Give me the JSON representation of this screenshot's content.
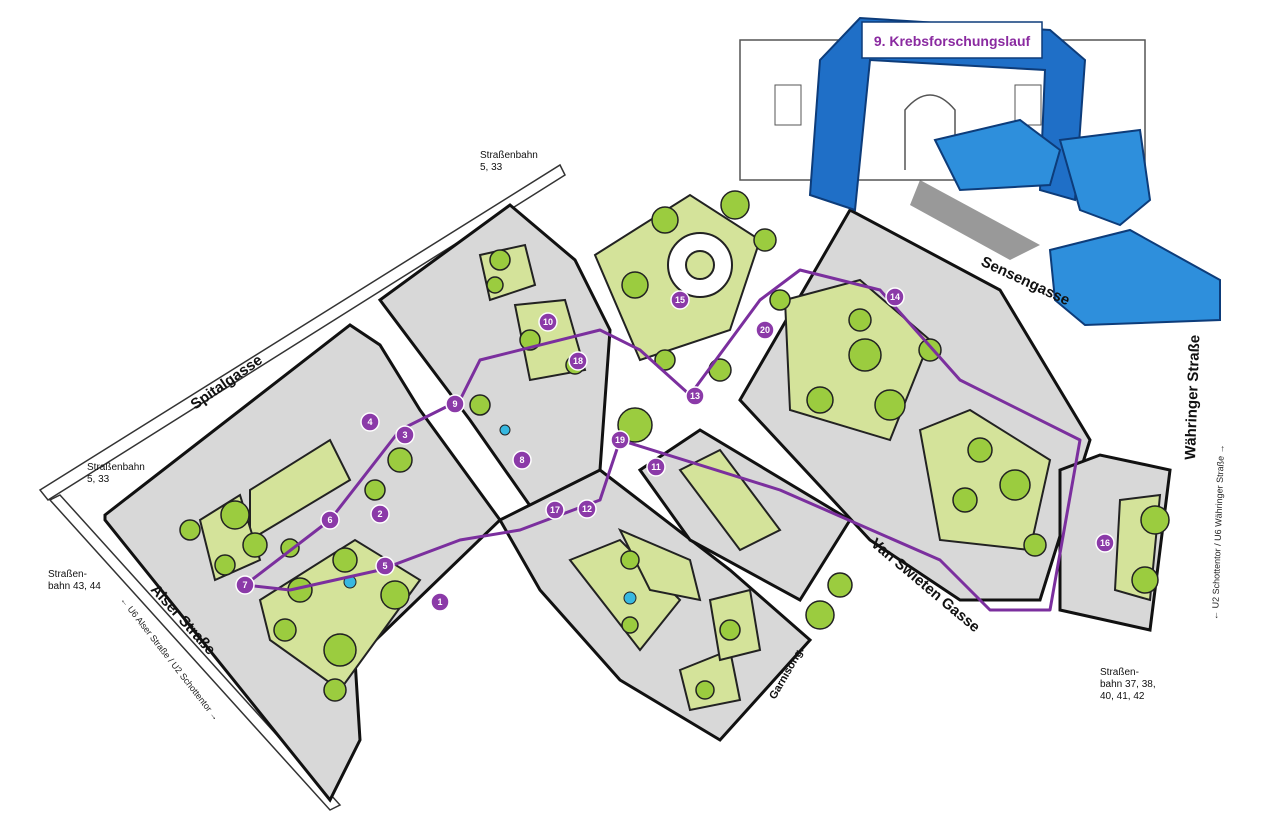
{
  "banner": {
    "title": "9. Krebsforschungslauf"
  },
  "streets": {
    "spitalgasse": "Spitalgasse",
    "alser_strasse": "Alser Straße",
    "sensengasse": "Sensengasse",
    "waehringer_strasse": "Währinger Straße",
    "van_swieten_gasse": "Van Swieten Gasse",
    "garnisongasse": "Garnisong."
  },
  "trams": {
    "top": [
      "Straßenbahn",
      "5, 33"
    ],
    "left": [
      "Straßenbahn",
      "5, 33"
    ],
    "bottom_left": [
      "Straßen-",
      "bahn 43, 44"
    ],
    "bottom_right": [
      "Straßen-",
      "bahn 37, 38,",
      "40, 41, 42"
    ]
  },
  "subway": {
    "alser": "← U6 Alser Straße / U2 Schottentor →",
    "waehringer": "← U2 Schottentor / U6 Währinger Straße →"
  },
  "colors": {
    "route": "#7b2f9e",
    "marker": "#8b3aa8",
    "lawn": "#d4e39a",
    "tree": "#9bcc3f",
    "path": "#d8d8d8",
    "water": "#37b8e0",
    "arch": "#1f6fc7",
    "shoe": "#2e8fdc"
  },
  "markers": [
    {
      "label": "1"
    },
    {
      "label": "2"
    },
    {
      "label": "3"
    },
    {
      "label": "4"
    },
    {
      "label": "5"
    },
    {
      "label": "6"
    },
    {
      "label": "7"
    },
    {
      "label": "8"
    },
    {
      "label": "9"
    },
    {
      "label": "10"
    },
    {
      "label": "11"
    },
    {
      "label": "12"
    },
    {
      "label": "13"
    },
    {
      "label": "14"
    },
    {
      "label": "15"
    },
    {
      "label": "16"
    },
    {
      "label": "17"
    },
    {
      "label": "18"
    },
    {
      "label": "19"
    },
    {
      "label": "20"
    }
  ]
}
